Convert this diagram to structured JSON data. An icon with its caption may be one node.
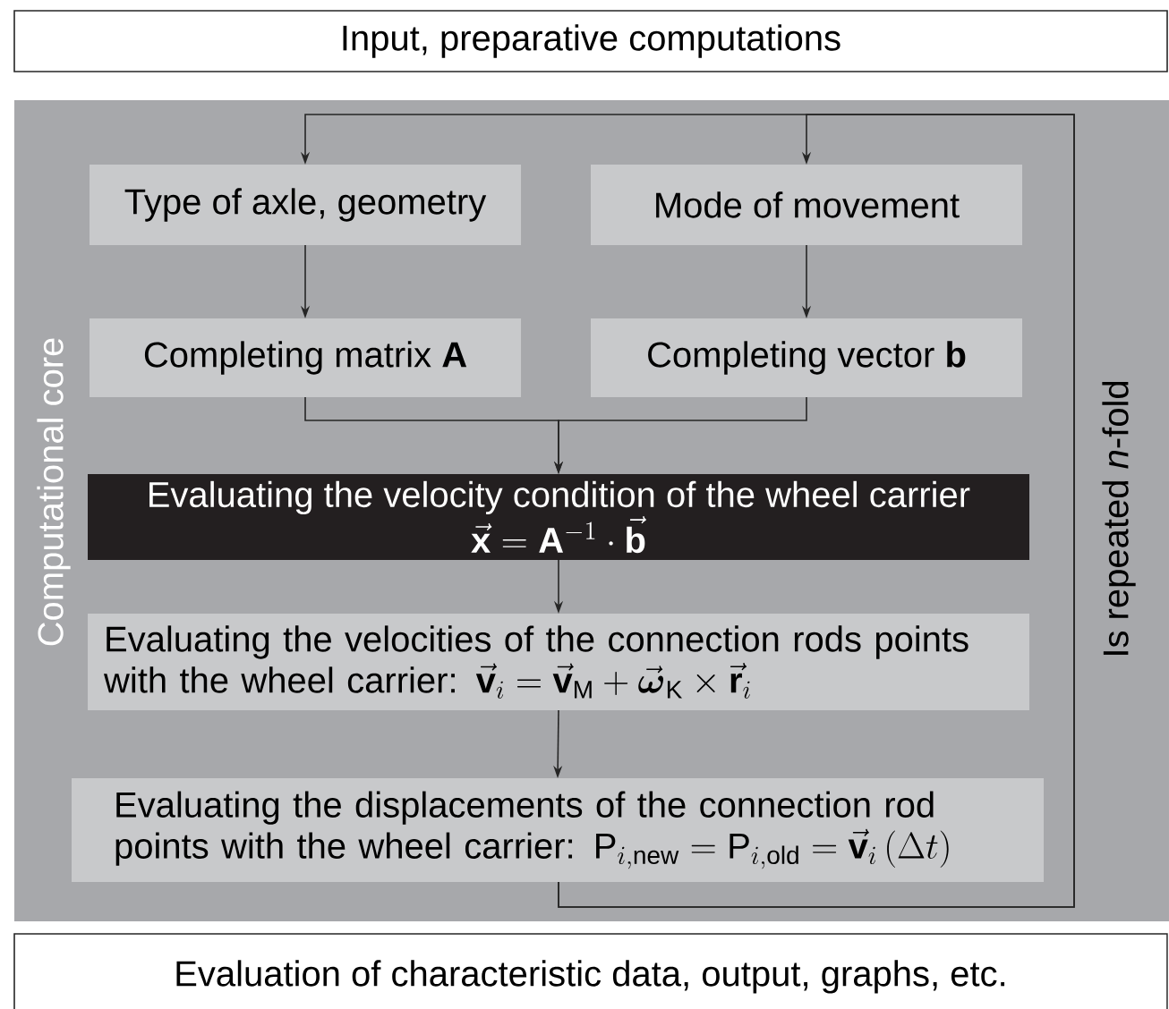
{
  "diagram": {
    "nodes": [
      {
        "text": [
          "Input, preparative computations"
        ]
      },
      {
        "text": [
          "Computational core"
        ]
      },
      {
        "text": [
          "Type of axle, geometry"
        ],
        "in": 1
      },
      {
        "text": [
          "Mode of movement"
        ],
        "in": 1
      },
      {
        "text": [
          "Completing matrix **A**"
        ],
        "in": 1
      },
      {
        "text": [
          "Completing vector **b**"
        ],
        "in": 1
      },
      {
        "text": [
          "Evaluating the velocity condition of the wheel carrier",
          "\\vec{\\mathbf{x}} = \\mathbf{A}^{-1} \\cdot \\vec{\\mathbf{b}}"
        ],
        "in": 1
      },
      {
        "text": [
          "Evaluating the velocities of the connection rods points with the wheel carrier:",
          "\\vec{\\mathbf{v}}_i = \\vec{\\mathbf{v}}_\\mathrm{M} + \\vec{\\boldsymbol{\\omega}}_\\mathrm{K} \\times \\vec{\\mathbf{r}}_i"
        ],
        "in": 1
      },
      {
        "text": [
          "Evaluating the displacements of the connection rod points with the wheel carrier:",
          "\\mathrm{P}_{i,\\mathrm{new}} = \\mathrm{P}_{i,\\mathrm{old}} = \\vec{\\mathbf{v}}_i\\,(\\Delta t)"
        ],
        "in": 1
      },
      {
        "text": [
          "Evaluation of characteristic data, output, graphs, etc."
        ]
      }
    ],
    "edges": [
      {
        "from": 2,
        "to": 4,
        "arrow": "to"
      },
      {
        "from": 3,
        "to": 5,
        "arrow": "to"
      },
      {
        "from": 4,
        "to": 6,
        "arrow": "to"
      },
      {
        "from": 5,
        "to": 6,
        "arrow": "to"
      },
      {
        "from": 6,
        "to": 7,
        "arrow": "to"
      },
      {
        "from": 7,
        "to": 8,
        "arrow": "to"
      },
      {
        "from": 8,
        "to": 2,
        "arrow": "to"
      },
      {
        "from": 8,
        "to": 3,
        "arrow": "to"
      }
    ],
    "labels": [
      "Is repeated *n*-fold"
    ]
  }
}
